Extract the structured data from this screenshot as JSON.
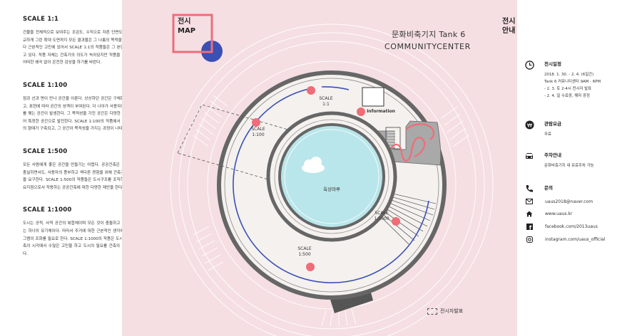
{
  "left": {
    "sections": [
      {
        "title": "SCALE 1:1",
        "body": "건물을 전체적으로 보여주는 조감도, 수직으로 자른 단면도, 실제보다 정교하게 그린 확대 도면까지 모든 결과물은 그 나름의 목적을 갖고 있다. 보다 근본적인 고민에 있어서 SCALE 1:1의 작품들은 그 본연의 모습을 담고 있다. 작품 자체는 건축가의 의도가 녹아있지만 작품을 바라보는 이가 어떠한 왜곡 없이 온전한 감상을 하기를 바란다."
      },
      {
        "title": "SCALE 1:100",
        "body": "점과 선과 면이 만나 공간을 이룬다. 상상하던 공간은 구체화 되어 나타나고, 표현에 따라 공간의 성격이 부여된다. 더 나아가 사용자와 밀접한 관계를 맺는 공간이 발생한다. 그 목적성을 가진 공간은 다양한 가치와 연결되어 특정한 공간으로 발전한다. SCALE 1:100의 작품에서 본격적인 공간의 형태가 구축되고, 그 공간이 목적성을 가지는 과정이 나타난다."
      },
      {
        "title": "SCALE 1:500",
        "body": "모든 사람에게 좋은 공간을 만들기는 어렵다. 공공건축은 공간의 목적에 충실하면서도, 사용자의 풍부하고 색다른 경험을 위해 건축가의 깊은 고민을 요구한다. SCALE 1:500의 작품들은 도시구조를 조직하는 하나의 중요지점으로서 작용하는 공공건축에 대한 다양한 제안을 한다."
      },
      {
        "title": "SCALE 1:1000",
        "body": "도시는 공적, 사적 공간의 복합체이며 모든 것이 충돌하고 맞물려 살아가는 하나의 유기체이다. 따라서 주거에 대한 근본적인 생각에 더하여 프로그램의 조화를 필요로 한다. SCALE 1:1000의 작품은 도시를 담는다. 건축의 시각에서 수많은 고민을 하고 도시의 필요를 건축의 언어로 나타낸다."
      }
    ]
  },
  "map": {
    "title_line1": "전시",
    "title_line2": "MAP",
    "venue_name": "문화비축기지 Tank 6",
    "venue_sub": "COMMUNITYCENTER",
    "labels": {
      "scale_1_1": [
        "SCALE",
        "1:1"
      ],
      "information": "Information",
      "scale_1_100": [
        "SCALE",
        "1:100"
      ],
      "rooftop": "옥상마루",
      "scale_1_1000": [
        "SCALE",
        "1:1000"
      ],
      "scale_1_500": [
        "SCALE",
        "1:500"
      ]
    },
    "legend": "전시자발표",
    "colors": {
      "background": "#f5dfe3",
      "accent_pink": "#ee6d78",
      "accent_blue": "#3b50b4",
      "sky": "#b9e6ea"
    }
  },
  "info": {
    "heading_line1": "전시",
    "heading_line2": "안내",
    "schedule": {
      "icon": "clock-icon",
      "title": "전시일정",
      "lines": [
        "2018. 1. 30. - 2. 4. (6일간)",
        "Tank 6  커뮤니티센터 9AM - 6PM",
        "- 2. 3. 토 2-4시 전시자 발표",
        "- 2. 4. 일 수료증, 해자 증정"
      ]
    },
    "fee": {
      "icon": "won-icon",
      "title": "관람요금",
      "body": "무료"
    },
    "parking": {
      "icon": "car-icon",
      "title": "주차안내",
      "body": "문화비축기지 내 유료주차 가능"
    },
    "contact": {
      "icon": "phone-icon",
      "title": "문의",
      "items": [
        {
          "icon": "mail-icon",
          "text": "uaus2018@naver.com"
        },
        {
          "icon": "home-icon",
          "text": "www.uaus.kr"
        },
        {
          "icon": "facebook-icon",
          "text": "facebook.com/2013uaus"
        },
        {
          "icon": "instagram-icon",
          "text": "instagram.com/uaus_official"
        }
      ]
    }
  }
}
